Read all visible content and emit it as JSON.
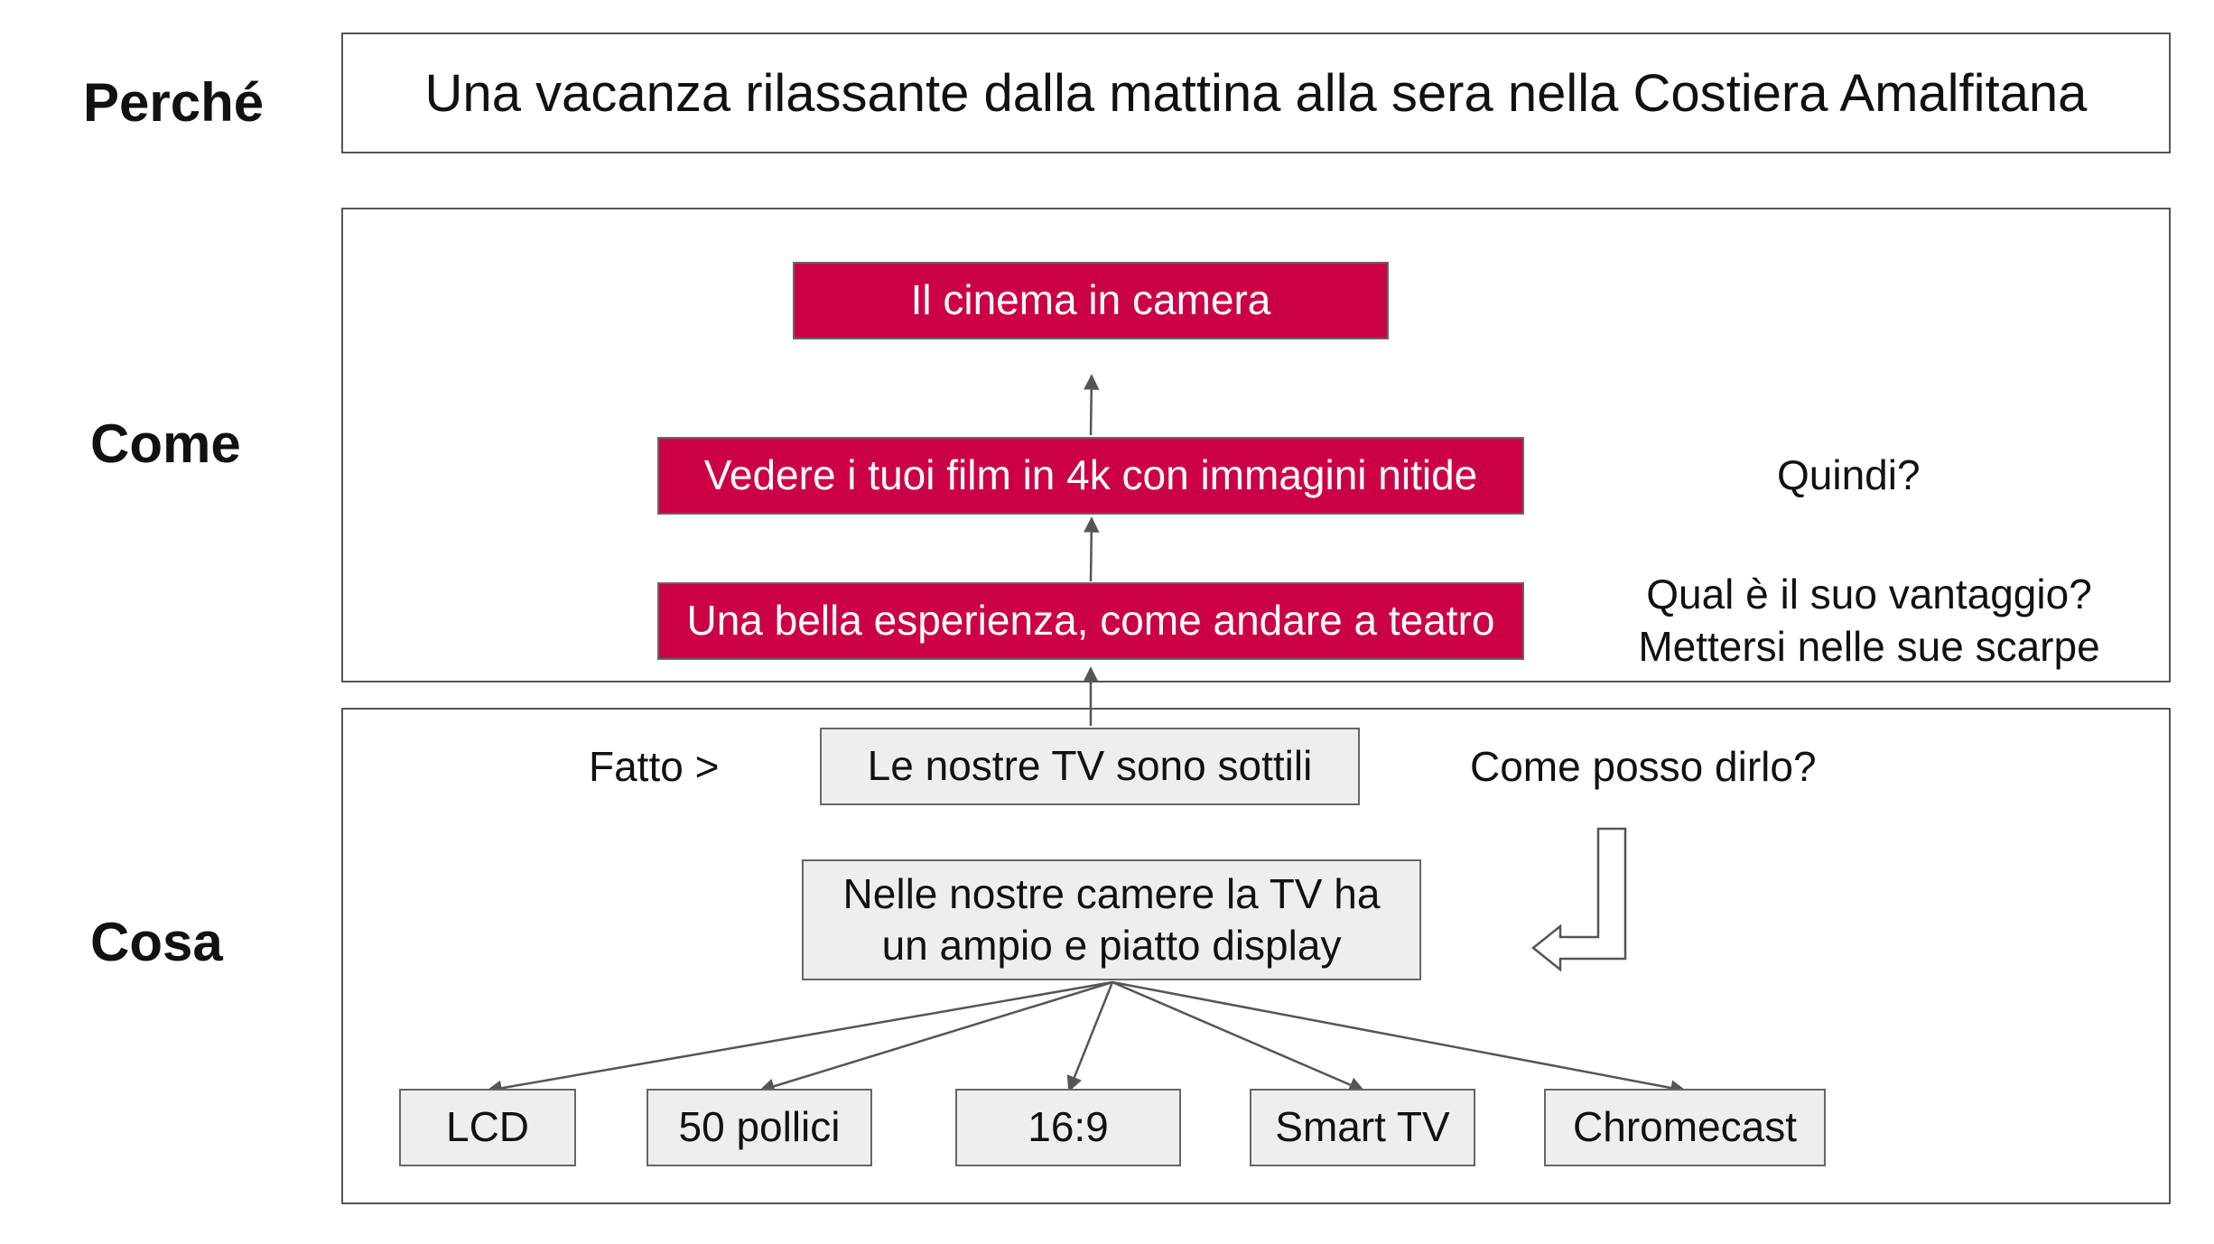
{
  "rows": {
    "perche": "Perché",
    "come": "Come",
    "cosa": "Cosa"
  },
  "perche_text": "Una vacanza rilassante dalla mattina alla sera nella Costiera Amalfitana",
  "come": {
    "level3": "Il cinema in camera",
    "level2": "Vedere i tuoi film in 4k con immagini nitide",
    "level1": "Una bella esperienza, come andare a teatro",
    "note_quindi": "Quindi?",
    "note_vantaggio_line1": "Qual è il suo vantaggio?",
    "note_vantaggio_line2": "Mettersi nelle sue scarpe"
  },
  "cosa": {
    "fatto_label": "Fatto >",
    "fatto": "Le nostre TV sono sottili",
    "question": "Come posso dirlo?",
    "detail_line1": "Nelle nostre camere la TV ha",
    "detail_line2": "un ampio e piatto display",
    "features": [
      "LCD",
      "50 pollici",
      "16:9",
      "Smart TV",
      "Chromecast"
    ]
  },
  "colors": {
    "accent_red": "#cc0046",
    "box_gray": "#eeeeee",
    "line": "#555555"
  }
}
